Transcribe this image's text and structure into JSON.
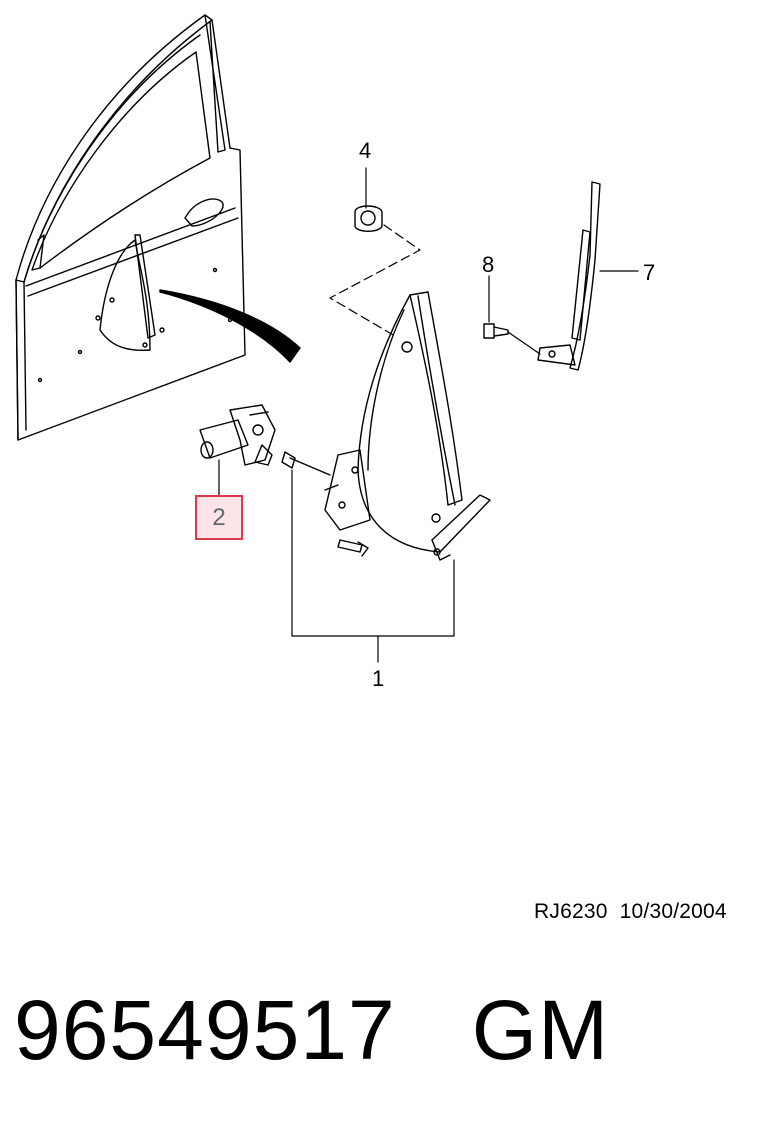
{
  "callouts": {
    "c1": "1",
    "c2": "2",
    "c4": "4",
    "c7": "7",
    "c8": "8"
  },
  "highlight": {
    "callout": "2",
    "border_color": "#e03a4a",
    "fill_color": "#fde4e8"
  },
  "footer": {
    "reference": "RJ6230  10/30/2004",
    "part_number": "96549517",
    "brand": "GM"
  }
}
